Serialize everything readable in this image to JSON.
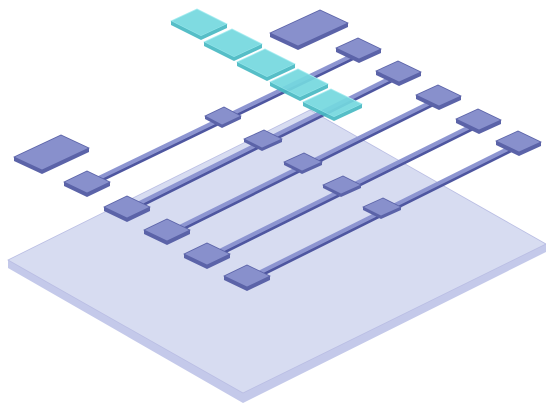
{
  "illustration": {
    "kind": "isometric-gantt-illustration",
    "rows": 5,
    "highlighted_segments": 5,
    "colors": {
      "background": "#ffffff",
      "plane_top": "#d7dcf1",
      "plane_side": "#c4c9ea",
      "plane_edge": "#b9bde3",
      "block_top": "#8890cc",
      "block_side": "#5b63a8",
      "bar_top": "#8d95d1",
      "bar_side": "#4e56a0",
      "highlight_top": "#74d8de",
      "highlight_side": "#48b9c2",
      "highlight_edge": "#a5ecf0"
    }
  }
}
